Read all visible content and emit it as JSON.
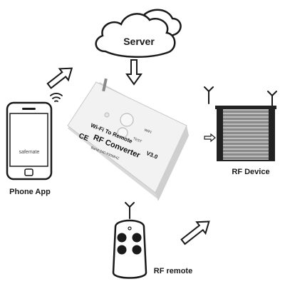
{
  "diagram": {
    "server_label": "Server",
    "phone_label": "Phone App",
    "phone_screen_brand": "safemate",
    "rf_device_label": "RF Device",
    "rf_remote_label": "RF remote",
    "converter": {
      "wifi_button_label": "WIFI",
      "test_button_label": "TEST",
      "title_line": "Wi-Fi To Remote",
      "version": "V3.0",
      "model": "RF Converter",
      "band": "Band:240-930MHZ",
      "ce_mark": "CE"
    }
  },
  "colors": {
    "outline": "#1a1a1a",
    "device_body": "#f2f2f2",
    "device_shadow": "#d9d9d9",
    "shutter_slat": "#8a8a8a",
    "shutter_frame": "#222222"
  }
}
